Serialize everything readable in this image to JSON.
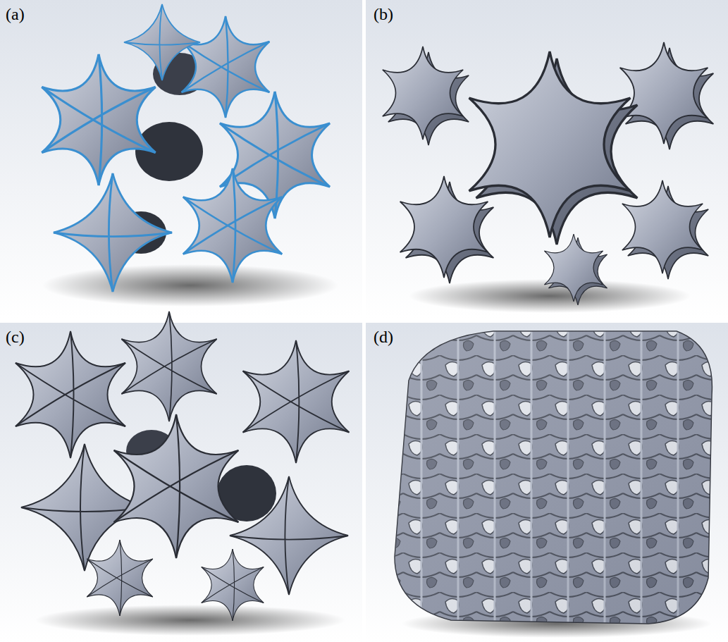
{
  "diagram": {
    "labels": [
      "(a)",
      "(b)",
      "(c)",
      "(d)"
    ]
  }
}
